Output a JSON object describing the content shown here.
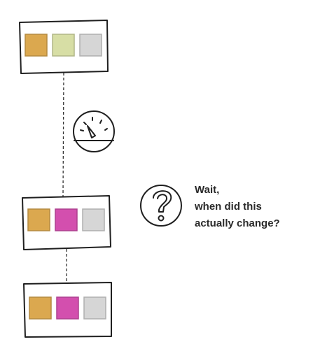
{
  "caption": {
    "lines": [
      "Wait,",
      "when did this",
      "actually change?"
    ]
  },
  "stages": [
    {
      "swatches": [
        "#dba84f",
        "#d7dea5",
        "#d6d6d6"
      ]
    },
    {
      "swatches": [
        "#dba84f",
        "#d34fae",
        "#d6d6d6"
      ]
    },
    {
      "swatches": [
        "#dba84f",
        "#d34fae",
        "#d6d6d6"
      ]
    }
  ],
  "icons": {
    "gauge": "gauge-icon",
    "question": "question-mark-icon"
  },
  "colors": {
    "ink": "#1f1f1f",
    "amber": "#dba84f",
    "sage": "#d7dea5",
    "magenta": "#d34fae",
    "grey": "#d6d6d6"
  }
}
